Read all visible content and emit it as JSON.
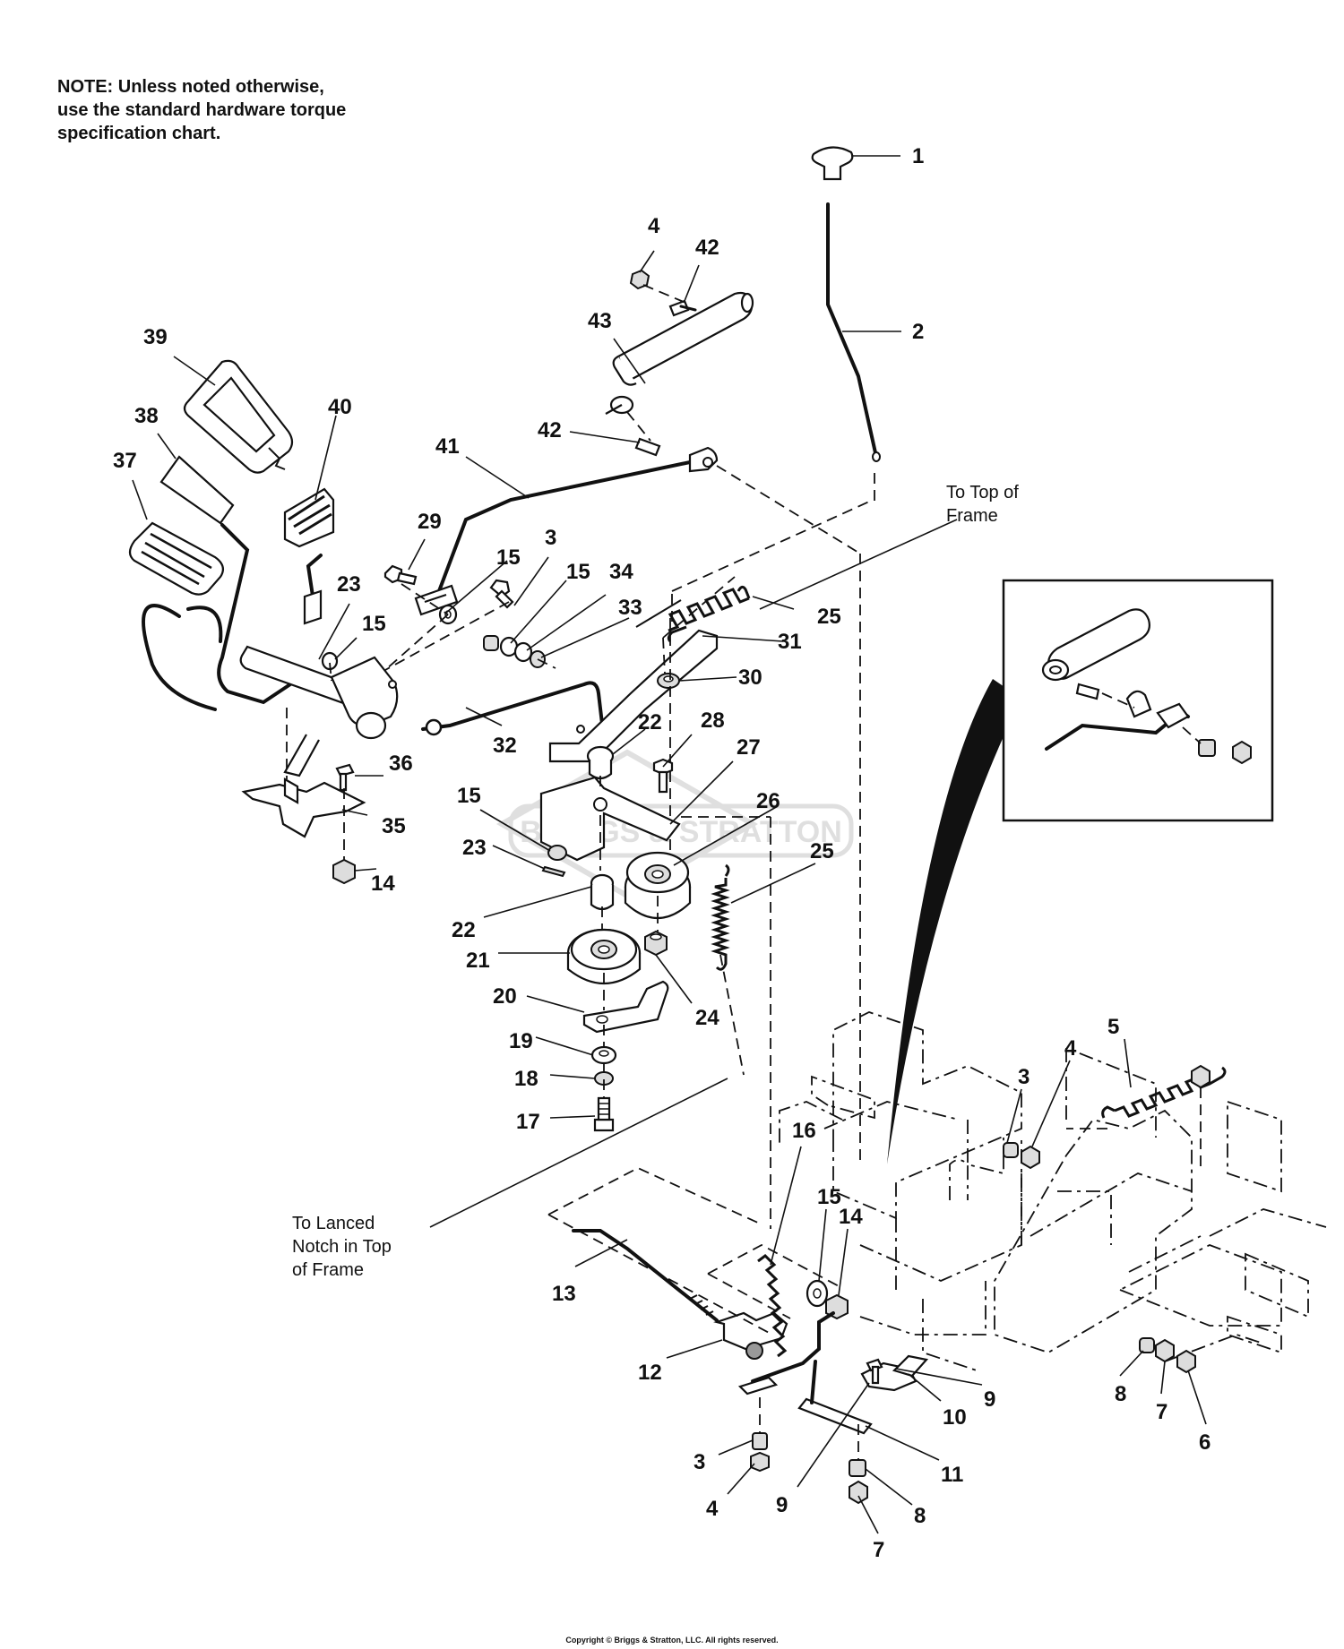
{
  "note": {
    "lines": [
      "NOTE: Unless noted otherwise,",
      "use the standard hardware torque",
      "specification chart."
    ]
  },
  "annotations": {
    "to_top_of_frame": [
      "To Top of",
      "Frame"
    ],
    "to_lanced_notch": [
      "To Lanced",
      "Notch in Top",
      "of Frame"
    ]
  },
  "watermark": "BRIGGS & STRATTON",
  "callouts": {
    "c1": "1",
    "c2": "2",
    "c4a": "4",
    "c42a": "42",
    "c43": "43",
    "c42b": "42",
    "c41": "41",
    "c39": "39",
    "c40": "40",
    "c38": "38",
    "c37": "37",
    "c29": "29",
    "c3a": "3",
    "c15a": "15",
    "c15b": "15",
    "c34": "34",
    "c33": "33",
    "c23a": "23",
    "c15c": "15",
    "c25a": "25",
    "c31": "31",
    "c30": "30",
    "c32": "32",
    "c22a": "22",
    "c28": "28",
    "c27": "27",
    "c36": "36",
    "c35": "35",
    "c14a": "14",
    "c15d": "15",
    "c23b": "23",
    "c26": "26",
    "c25b": "25",
    "c22b": "22",
    "c21": "21",
    "c24": "24",
    "c20": "20",
    "c19": "19",
    "c18": "18",
    "c17": "17",
    "c16": "16",
    "c15e": "15",
    "c14b": "14",
    "c13": "13",
    "c12": "12",
    "c5": "5",
    "c3b": "3",
    "c4b": "4",
    "c9a": "9",
    "c10": "10",
    "c8a": "8",
    "c7a": "7",
    "c6": "6",
    "c11": "11",
    "c3c": "3",
    "c4c": "4",
    "c9b": "9",
    "c8b": "8",
    "c7b": "7"
  },
  "copyright": "Copyright © Briggs & Stratton, LLC. All rights reserved."
}
